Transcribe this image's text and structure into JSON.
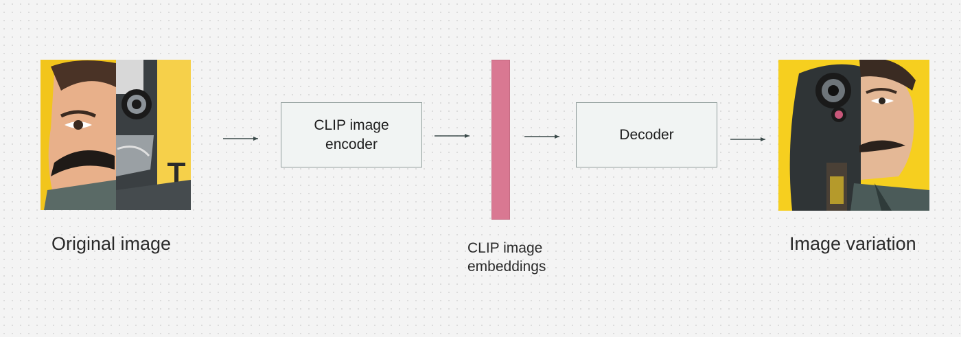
{
  "diagram": {
    "nodes": {
      "encoder": {
        "label": "CLIP image encoder"
      },
      "decoder": {
        "label": "Decoder"
      }
    },
    "embeddings": {
      "label": "CLIP image embeddings",
      "color": "#d97892"
    },
    "images": {
      "original": {
        "caption": "Original image"
      },
      "variation": {
        "caption": "Image variation"
      }
    },
    "edges": [
      {
        "from": "original-image",
        "to": "clip-image-encoder"
      },
      {
        "from": "clip-image-encoder",
        "to": "clip-image-embeddings"
      },
      {
        "from": "clip-image-embeddings",
        "to": "decoder"
      },
      {
        "from": "decoder",
        "to": "image-variation"
      }
    ],
    "colors": {
      "background": "#f4f4f4",
      "node_fill": "#f1f4f3",
      "node_border": "#8f9c9a",
      "arrow": "#3b4a4a",
      "accent_yellow": "#f2c51c"
    }
  }
}
